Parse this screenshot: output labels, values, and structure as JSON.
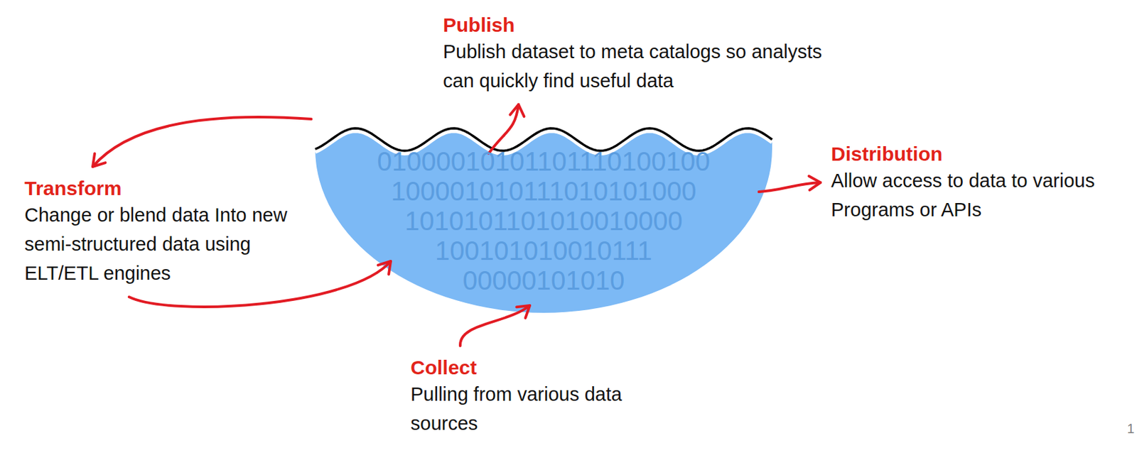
{
  "diagram": {
    "nodes": [
      {
        "text": [
          "Publish",
          "Publish dataset to meta catalogs so analysts can quickly find useful data"
        ]
      },
      {
        "text": [
          "Distribution",
          "Allow access to data to various Programs or APIs"
        ]
      },
      {
        "text": [
          "Transform",
          "Change or blend data Into new semi-structured data using ELT/ETL engines"
        ]
      },
      {
        "text": [
          "01000010101101110100100",
          "100001010111010101000",
          "1010101101010010000",
          "100101010010111",
          "00000101010"
        ]
      },
      {
        "text": [
          "Collect",
          "Pulling from various data sources"
        ]
      }
    ],
    "edges": [
      {
        "from": 3,
        "to": 0,
        "arrow": "to"
      },
      {
        "from": 3,
        "to": 1,
        "arrow": "to"
      },
      {
        "from": 3,
        "to": 2,
        "arrow": "to"
      },
      {
        "from": 2,
        "to": 3,
        "arrow": "to"
      },
      {
        "from": 4,
        "to": 3,
        "arrow": "to"
      }
    ],
    "labels": [
      "1"
    ]
  }
}
